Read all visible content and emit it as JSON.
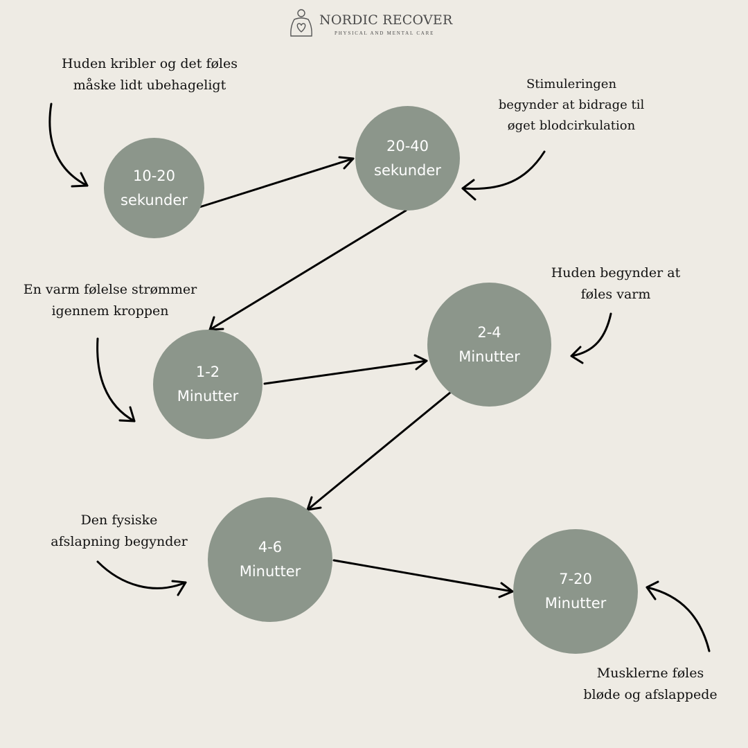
{
  "brand": {
    "name": "NORDIC RECOVER",
    "tagline": "PHYSICAL AND MENTAL CARE",
    "logo_icon": "person-heart-icon"
  },
  "colors": {
    "background": "#eeebe4",
    "circle": "#8c968b",
    "circle_text": "#ffffff",
    "text": "#111111"
  },
  "stages": [
    {
      "line1": "10-20",
      "line2": "sekunder"
    },
    {
      "line1": "20-40",
      "line2": "sekunder"
    },
    {
      "line1": "1-2",
      "line2": "Minutter"
    },
    {
      "line1": "2-4",
      "line2": "Minutter"
    },
    {
      "line1": "4-6",
      "line2": "Minutter"
    },
    {
      "line1": "7-20",
      "line2": "Minutter"
    }
  ],
  "notes": [
    {
      "line1": "Huden kribler og det føles",
      "line2": "måske lidt ubehageligt"
    },
    {
      "line1": "Stimuleringen",
      "line2": "begynder at bidrage til",
      "line3": "øget blodcirkulation"
    },
    {
      "line1": "En varm følelse strømmer",
      "line2": "igennem kroppen"
    },
    {
      "line1": "Huden begynder at",
      "line2": "føles varm"
    },
    {
      "line1": "Den fysiske",
      "line2": "afslapning begynder"
    },
    {
      "line1": "Musklerne føles",
      "line2": "bløde og afslappede"
    }
  ]
}
